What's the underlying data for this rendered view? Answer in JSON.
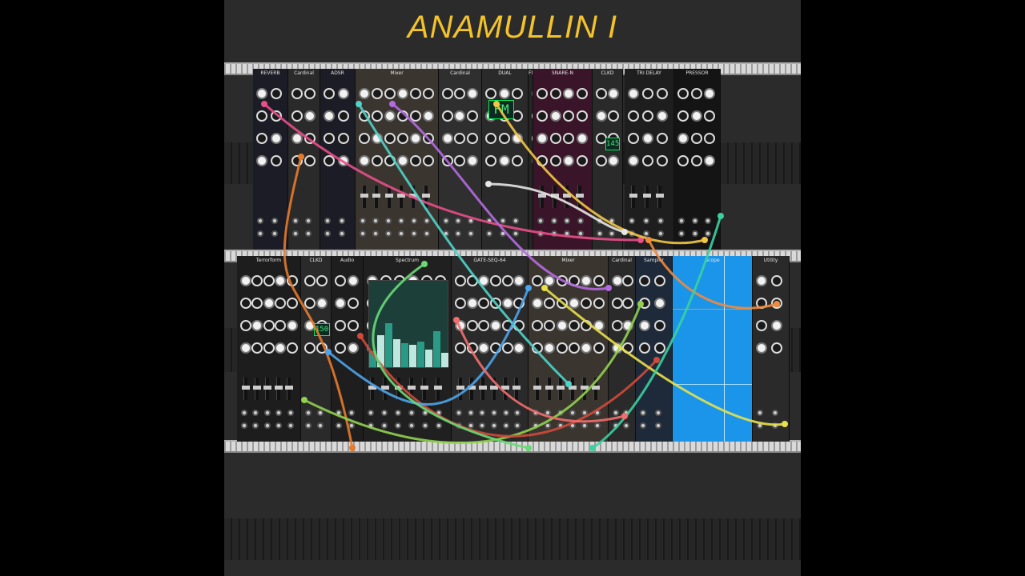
{
  "title": "ANAMULLIN I",
  "colors": {
    "title": "#f4c22b",
    "background": "#2b2b2b",
    "rail": "#d9d9d9",
    "scope_blue": "#1a95ea",
    "spectrum": "#2a9a86"
  },
  "row1_modules": [
    {
      "label": "REVERB",
      "bg": "#1c1c26"
    },
    {
      "label": "Cardinal",
      "bg": "#2a2a2a"
    },
    {
      "label": "ADSR",
      "bg": "#1c1c26"
    },
    {
      "label": "Mixer",
      "bg": "#3b3530"
    },
    {
      "label": "Cardinal",
      "bg": "#2f2f2f"
    },
    {
      "label": "DUAL",
      "bg": "#2a2a2a"
    },
    {
      "label": "FM",
      "bg": "#242424"
    },
    {
      "label": "SNARE-N",
      "bg": "#3a1428"
    },
    {
      "label": "CLKD",
      "bg": "#2a2a2a"
    },
    {
      "label": "TRI DELAY",
      "bg": "#1e1e1e"
    },
    {
      "label": "PRESSOR",
      "bg": "#141414"
    }
  ],
  "row2_modules": [
    {
      "label": "Terrorform",
      "bg": "#1d1d1d"
    },
    {
      "label": "CLKD",
      "bg": "#2a2a2a"
    },
    {
      "label": "Audio",
      "bg": "#1e1e1e"
    },
    {
      "label": "Spectrum",
      "bg": "#202020"
    },
    {
      "label": "GATE-SEQ-64",
      "bg": "#2a2a2a"
    },
    {
      "label": "Mixer",
      "bg": "#3b3530"
    },
    {
      "label": "Cardinal",
      "bg": "#2a2a2a"
    },
    {
      "label": "Sampler",
      "bg": "#1e2a3a"
    },
    {
      "label": "Scope",
      "bg": "#1a95ea"
    },
    {
      "label": "Utility",
      "bg": "#2a2a2a"
    }
  ],
  "display_fm": "FM",
  "display_tempo": "150",
  "display_delay": "145"
}
